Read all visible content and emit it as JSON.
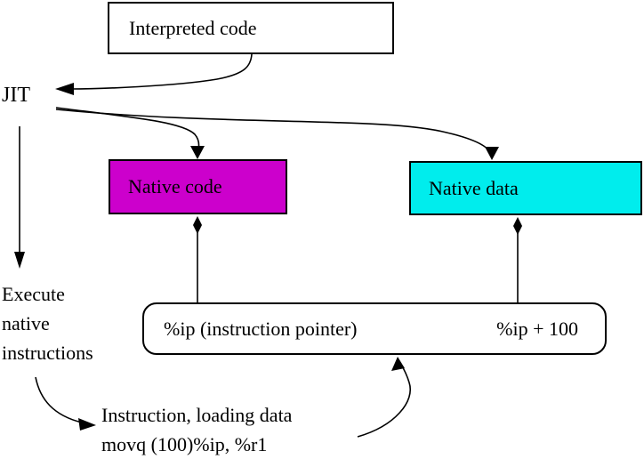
{
  "boxes": {
    "interpreted_code": {
      "label": "Interpreted code",
      "fill": "#ffffff"
    },
    "native_code": {
      "label": "Native code",
      "fill": "#cc00cc"
    },
    "native_data": {
      "label": "Native data",
      "fill": "#00eded"
    },
    "instruction_pointer": {
      "left_label": "%ip (instruction pointer)",
      "right_label": "%ip + 100"
    }
  },
  "labels": {
    "jit": "JIT",
    "execute": "Execute\nnative\ninstructions",
    "instruction": "Instruction, loading data\nmovq (100)%ip, %r1"
  },
  "colors": {
    "line": "#000000",
    "native_code_fill": "#cc00cc",
    "native_data_fill": "#00eded",
    "background": "#ffffff"
  }
}
